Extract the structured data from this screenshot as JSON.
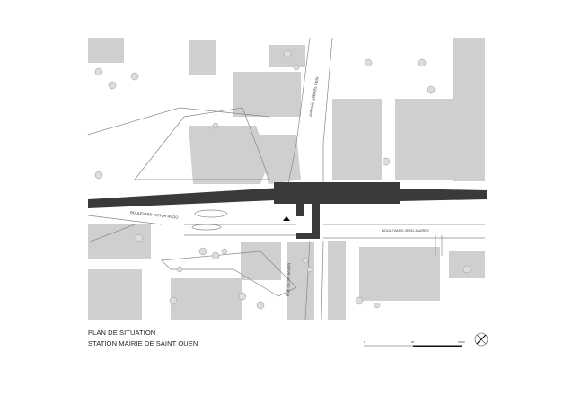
{
  "title": {
    "line1": "PLAN DE SITUATION",
    "line2": "STATION MAIRIE DE SAINT OUEN"
  },
  "streets": {
    "victor_hugo": "BOULEVARD VICTOR HUGO",
    "jean_jaures": "BOULEVARD JEAN JAURES",
    "gabriel_peri": "AVENUE GABRIEL PERI",
    "docteur_bauer": "RUE DU DR BAUER"
  },
  "scale_bar": {
    "ticks": [
      "0",
      "50",
      "100M"
    ]
  },
  "compass": {
    "icon": "north-arrow-icon"
  },
  "colors": {
    "building": "#c8c8c8",
    "station": "#3a3a3a",
    "line": "#777777"
  }
}
